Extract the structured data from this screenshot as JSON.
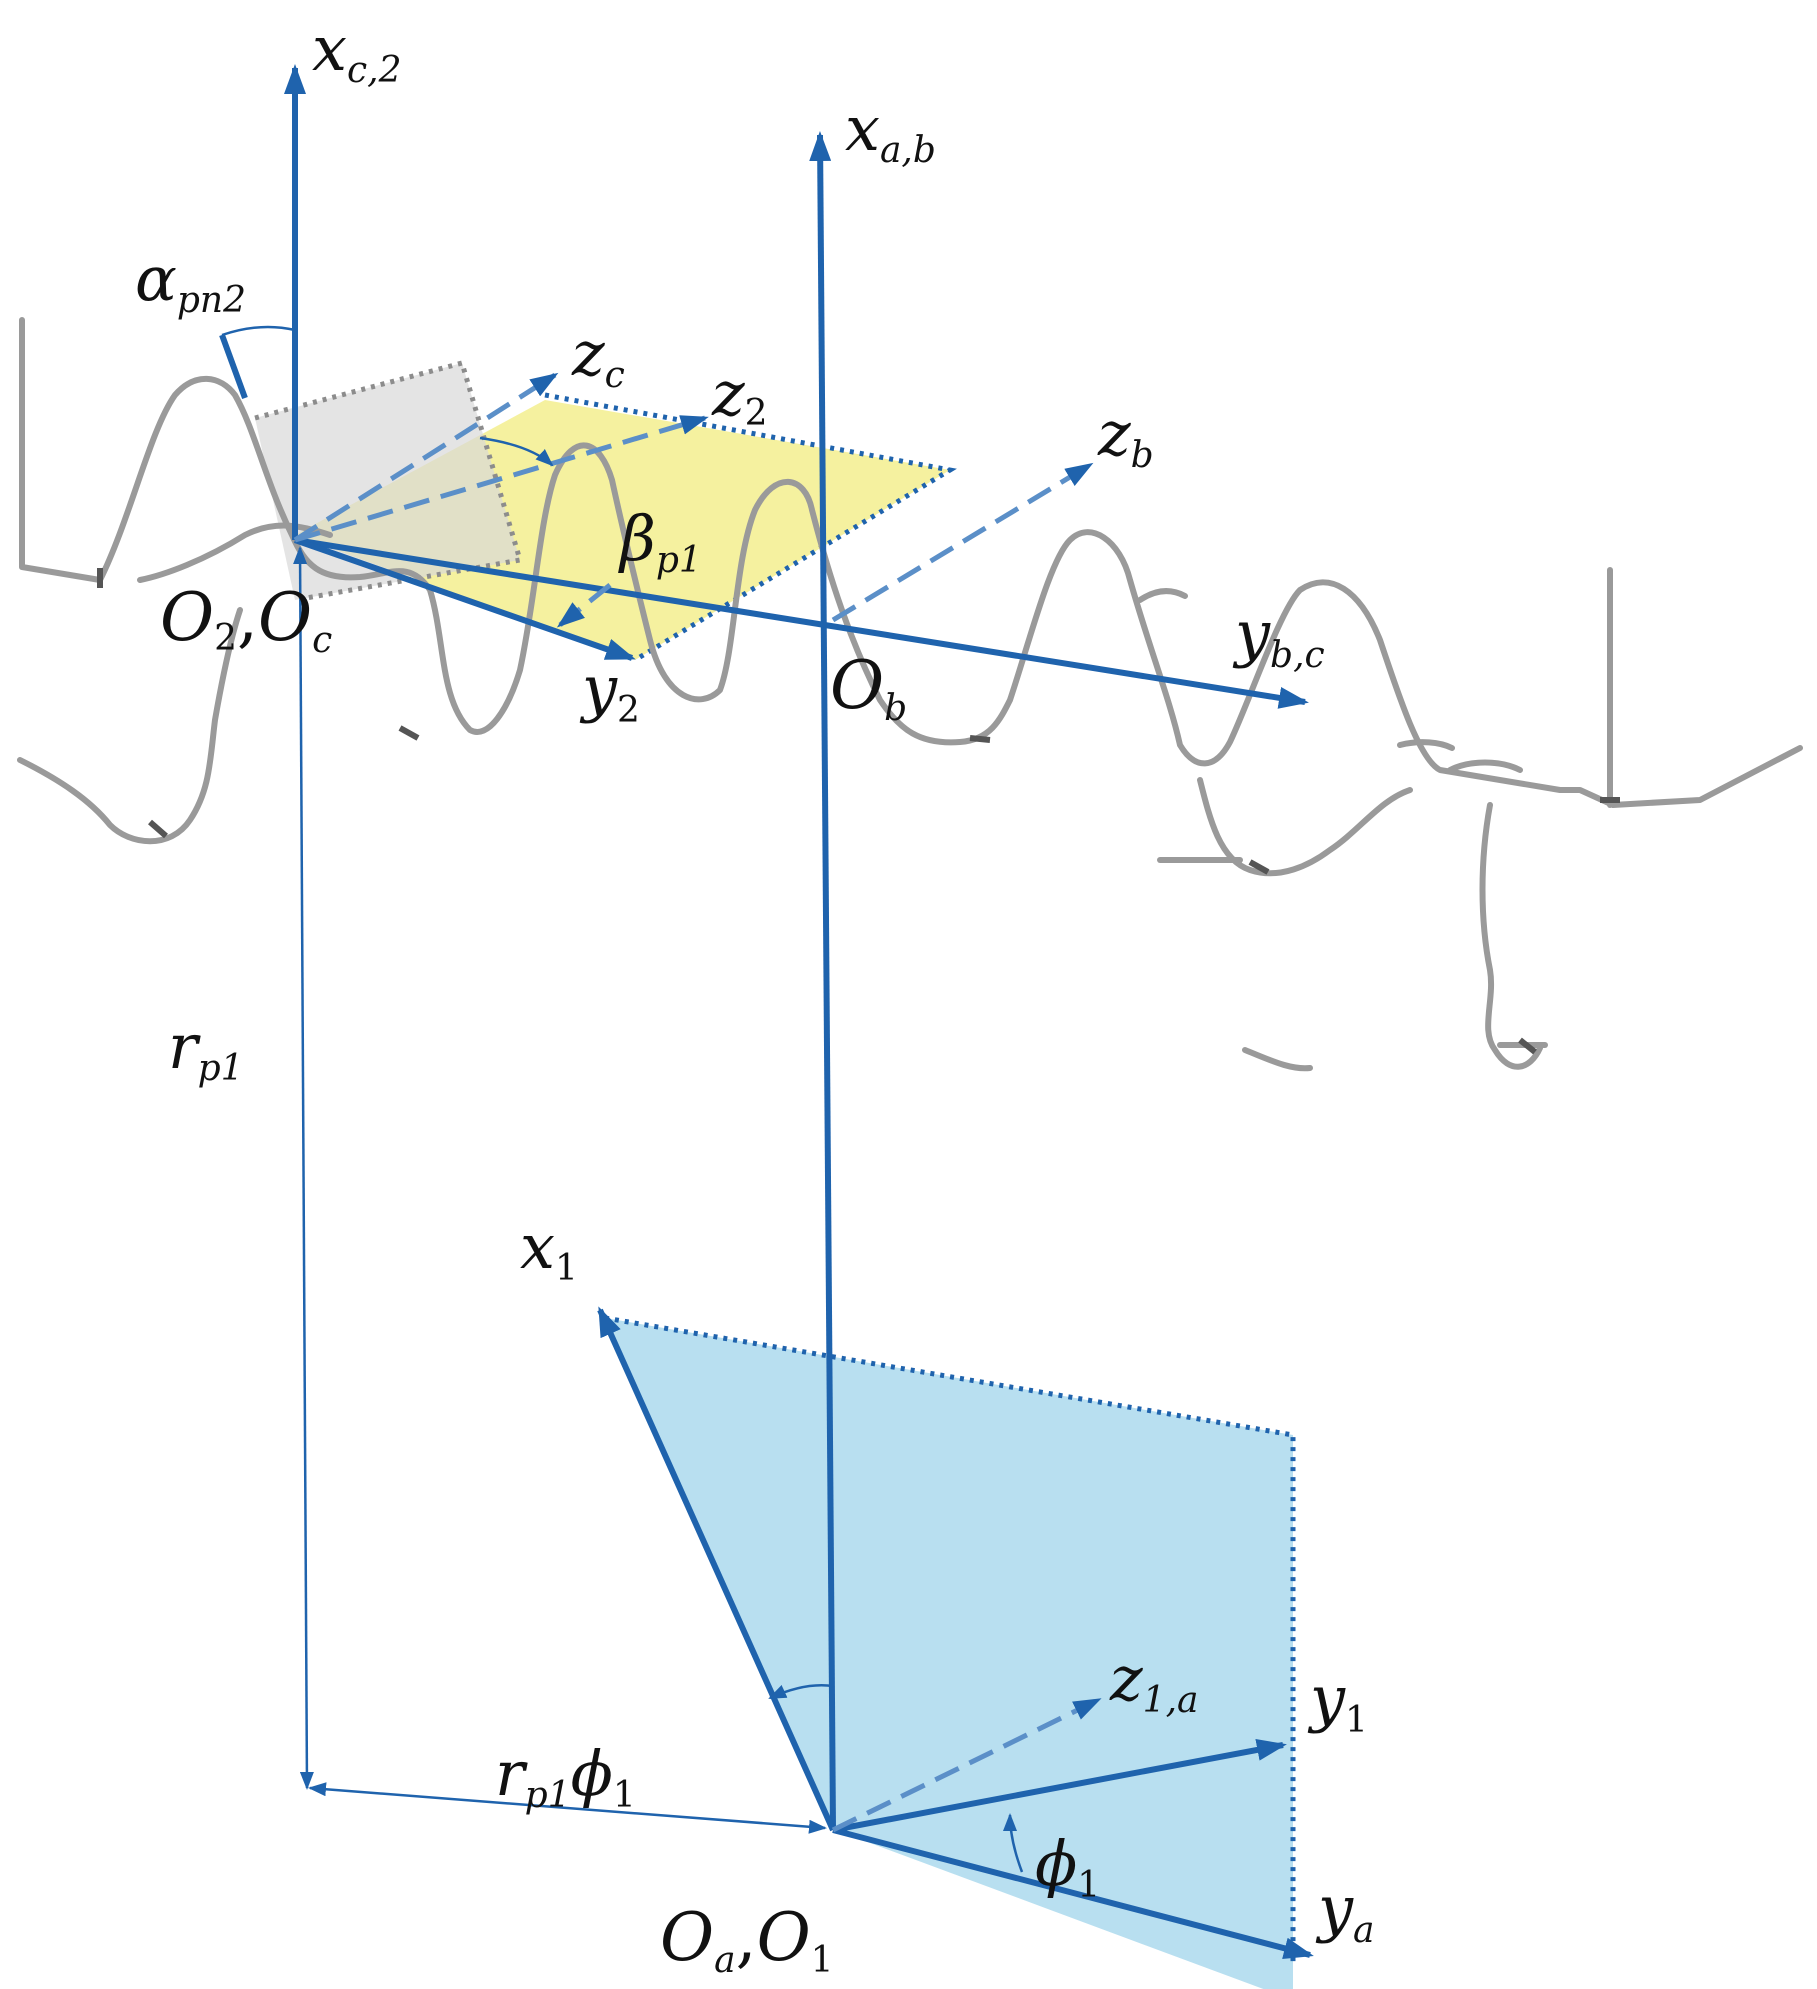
{
  "labels": {
    "x_c2": {
      "base": "x",
      "sub": "c,2"
    },
    "x_ab": {
      "base": "x",
      "sub": "a,b"
    },
    "alpha_pn2": {
      "base": "α",
      "sub": "pn2"
    },
    "z_c": {
      "base": "z",
      "sub": "c"
    },
    "z_2": {
      "base": "z",
      "sub": "2"
    },
    "z_b": {
      "base": "z",
      "sub": "b"
    },
    "beta_p1": {
      "base": "β",
      "sub": "p1"
    },
    "o2_oc": {
      "base1": "O",
      "sub1": "2",
      "sep": ",",
      "base2": "O",
      "sub2": "c"
    },
    "y_2": {
      "base": "y",
      "sub": "2"
    },
    "o_b": {
      "base": "O",
      "sub": "b"
    },
    "y_bc": {
      "base": "y",
      "sub": "b,c"
    },
    "r_p1": {
      "base": "r",
      "sub": "p1"
    },
    "x_1": {
      "base": "x",
      "sub": "1"
    },
    "z_1a": {
      "base": "z",
      "sub": "1,a"
    },
    "y_1": {
      "base": "y",
      "sub": "1"
    },
    "r_p1_phi1": {
      "base": "r",
      "sub": "p1",
      "base2": "ϕ",
      "sub2": "1"
    },
    "phi_1": {
      "base": "ϕ",
      "sub": "1"
    },
    "y_a": {
      "base": "y",
      "sub": "a"
    },
    "oa_o1": {
      "base1": "O",
      "sub1": "a",
      "sep": ",",
      "base2": "O",
      "sub2": "1"
    }
  },
  "colors": {
    "axis": "#1f63ad",
    "axis_dashed": "#5b8fc8",
    "rack": "#9a9a9a",
    "yellow_plane": "#f3ee8e",
    "blue_plane": "#b8dff0",
    "grey_plane": "#d9d9d9"
  }
}
